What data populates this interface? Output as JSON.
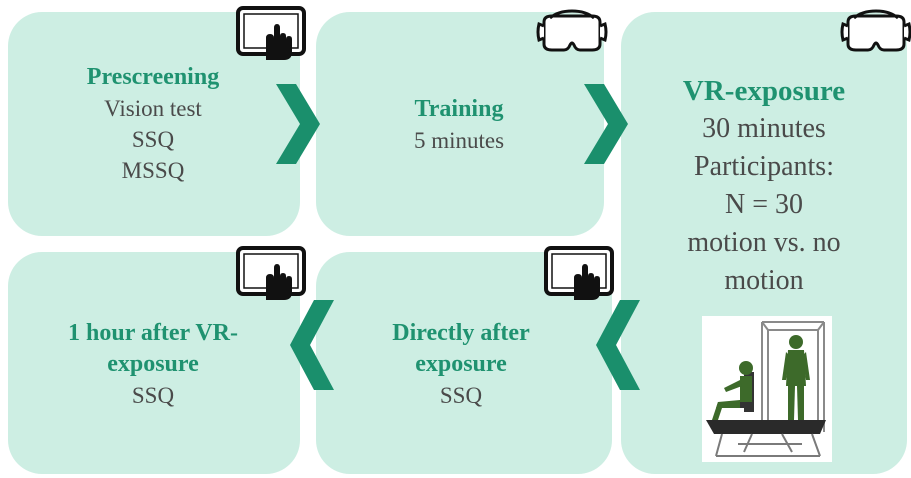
{
  "colors": {
    "box_fill": "#cdeee3",
    "title_green": "#1f9270",
    "chevron_green": "#1a8f6c",
    "body_text": "#4a4a4a",
    "figure_green": "#3d6a2a"
  },
  "steps": {
    "prescreening": {
      "title": "Prescreening",
      "lines": [
        "Vision test",
        "SSQ",
        "MSSQ"
      ],
      "icon": "tablet-touch-icon"
    },
    "training": {
      "title": "Training",
      "lines": [
        "5 minutes"
      ],
      "icon": "vr-headset-icon"
    },
    "vr_exposure": {
      "title": "VR-exposure",
      "lines": [
        "30 minutes",
        "Participants:",
        "N = 30",
        "motion vs. no",
        "motion"
      ],
      "icon": "vr-headset-icon",
      "image": "motion-simulator-figure"
    },
    "directly_after": {
      "title_lines": [
        "Directly after",
        "exposure"
      ],
      "lines": [
        "SSQ"
      ],
      "icon": "tablet-touch-icon"
    },
    "one_hour_after": {
      "title_lines": [
        "1 hour after VR-",
        "exposure"
      ],
      "lines": [
        "SSQ"
      ],
      "icon": "tablet-touch-icon"
    }
  }
}
